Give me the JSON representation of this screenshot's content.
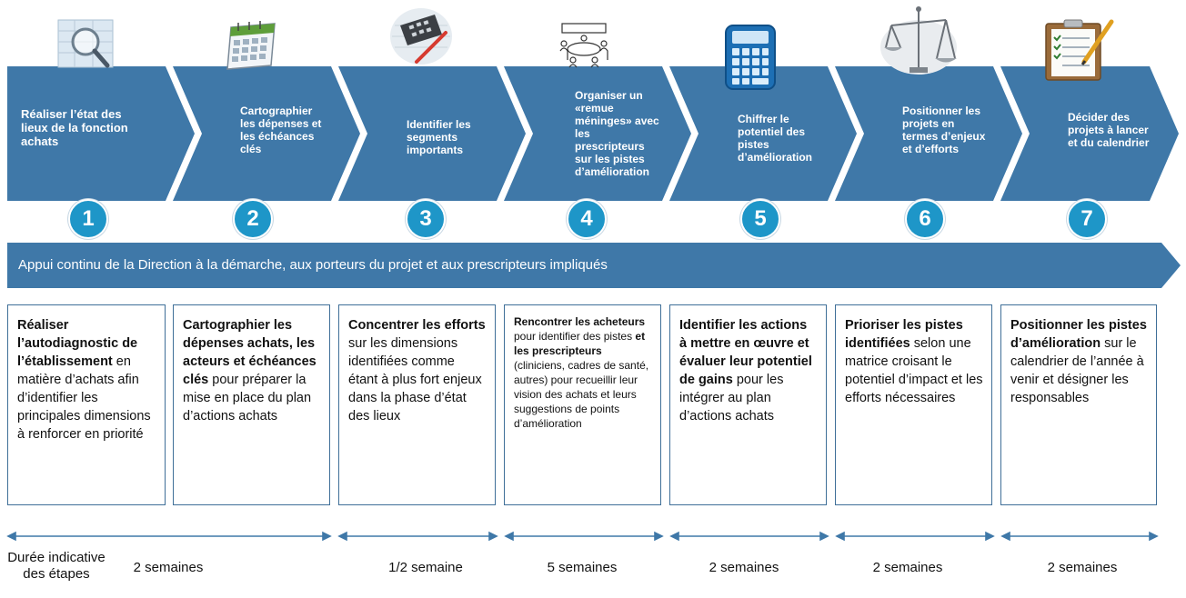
{
  "steps": [
    {
      "number": "1",
      "label": "Réaliser l’état des lieux de la fonction achats",
      "icon": "magnifier-icon"
    },
    {
      "number": "2",
      "label": "Cartographier les dépenses et les échéances clés",
      "icon": "calendar-icon"
    },
    {
      "number": "3",
      "label": "Identifier les segments importants",
      "icon": "calculator-pen-icon"
    },
    {
      "number": "4",
      "label": "Organiser un «remue méninges» avec les prescripteurs sur les pistes d’amélioration",
      "icon": "meeting-icon"
    },
    {
      "number": "5",
      "label": "Chiffrer le potentiel des pistes d’amélioration",
      "icon": "calculator-icon"
    },
    {
      "number": "6",
      "label": "Positionner les projets en termes d’enjeux et d’efforts",
      "icon": "scales-icon"
    },
    {
      "number": "7",
      "label": "Décider des projets à lancer et du calendrier",
      "icon": "checklist-icon"
    }
  ],
  "banner": "Appui continu de la Direction à la démarche, aux porteurs du projet et aux prescripteurs impliqués",
  "boxes": [
    {
      "bold1": "Réaliser l’autodiagnostic de l’établissement",
      "text1": " en matière d’achats afin d’identifier les principales dimensions à renforcer en priorité"
    },
    {
      "bold1": "Cartographier les dépenses achats, les acteurs et échéances clés",
      "text1": " pour préparer la mise en place du plan d’actions achats"
    },
    {
      "bold1": "Concentrer les efforts",
      "text1": " sur les dimensions identifiées comme étant à plus fort enjeux dans la phase d’état des lieux"
    },
    {
      "bold1": "Rencontrer les acheteurs",
      "text1": " pour identifier des pistes ",
      "bold2": "et les prescripteurs",
      "text2": " (cliniciens, cadres de santé, autres) pour recueillir leur vision des achats et leurs suggestions de points d’amélioration"
    },
    {
      "bold1": "Identifier les actions à mettre en œuvre et évaluer leur potentiel de gains",
      "text1": " pour les intégrer au plan d’actions achats"
    },
    {
      "bold1": "Prioriser les pistes identifiées",
      "text1": " selon une matrice croisant le potentiel d’impact et les efforts nécessaires"
    },
    {
      "bold1": "Positionner les pistes d’amélioration",
      "text1": " sur le calendrier de l’année à venir et désigner les responsables"
    }
  ],
  "durations": {
    "label": "Durée indicative des étapes",
    "items": [
      "2 semaines",
      "1/2 semaine",
      "5 semaines",
      "2 semaines",
      "2 semaines",
      "2 semaines"
    ]
  },
  "colors": {
    "chevron": "#3f78a8",
    "circle": "#1e96c8",
    "banner": "#3f78a8",
    "box_border": "#3f6f98",
    "arrow": "#3f78a8"
  }
}
